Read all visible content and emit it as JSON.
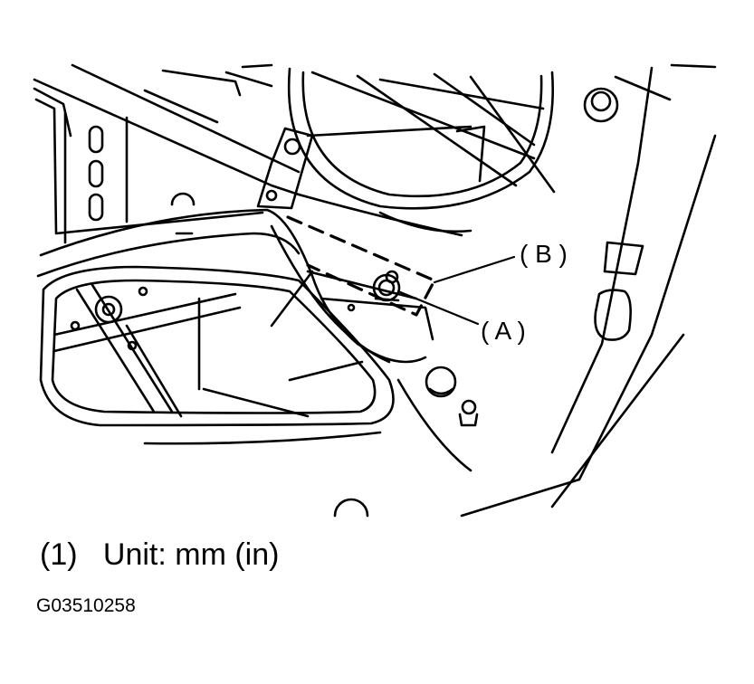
{
  "callouts": {
    "a": "( A )",
    "b": "( B )"
  },
  "caption": {
    "number": "(1)",
    "unit_text": "Unit: mm (in)"
  },
  "figure_code": "G03510258"
}
